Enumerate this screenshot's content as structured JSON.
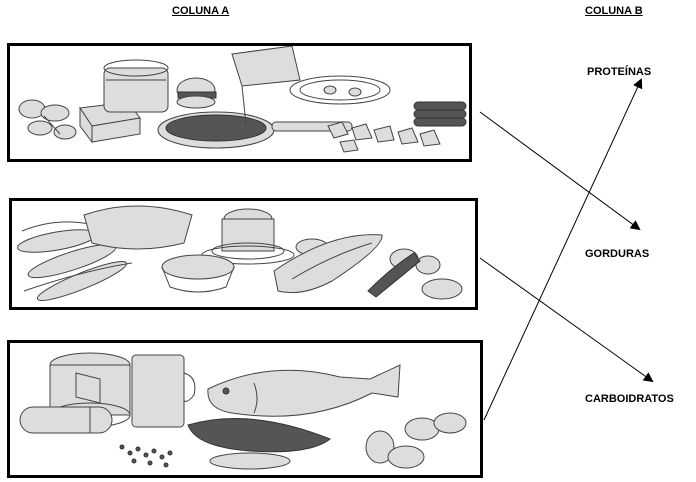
{
  "header": {
    "column_a": "COLUNA A",
    "column_b": "COLUNA B"
  },
  "column_b_items": {
    "proteinas": "PROTEÍNAS",
    "gorduras": "GORDURAS",
    "carboidratos": "CARBOIDRATOS"
  }
}
